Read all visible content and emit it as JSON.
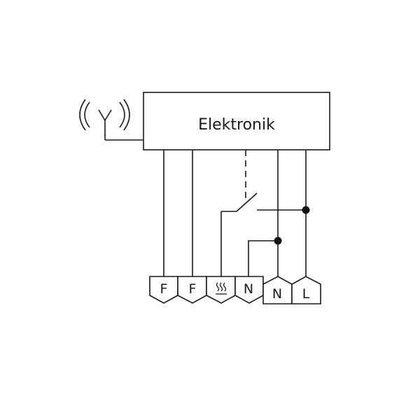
{
  "unit": {
    "label": "Elektronik"
  },
  "terminals": [
    {
      "label": "F",
      "shape": "pointed-down"
    },
    {
      "label": "F",
      "shape": "pointed-down"
    },
    {
      "label": "heating-symbol",
      "shape": "pointed-down",
      "icon": "heating-icon"
    },
    {
      "label": "N",
      "shape": "pointed-down"
    },
    {
      "label": "N",
      "shape": "pointed-up"
    },
    {
      "label": "L",
      "shape": "pointed-up"
    }
  ],
  "icons": {
    "antenna": "antenna-icon",
    "switch": "switch-contact-icon",
    "heating": "heating-icon"
  },
  "colors": {
    "stroke": "#1a1a1a",
    "junction": "#111111",
    "background": "#ffffff"
  }
}
